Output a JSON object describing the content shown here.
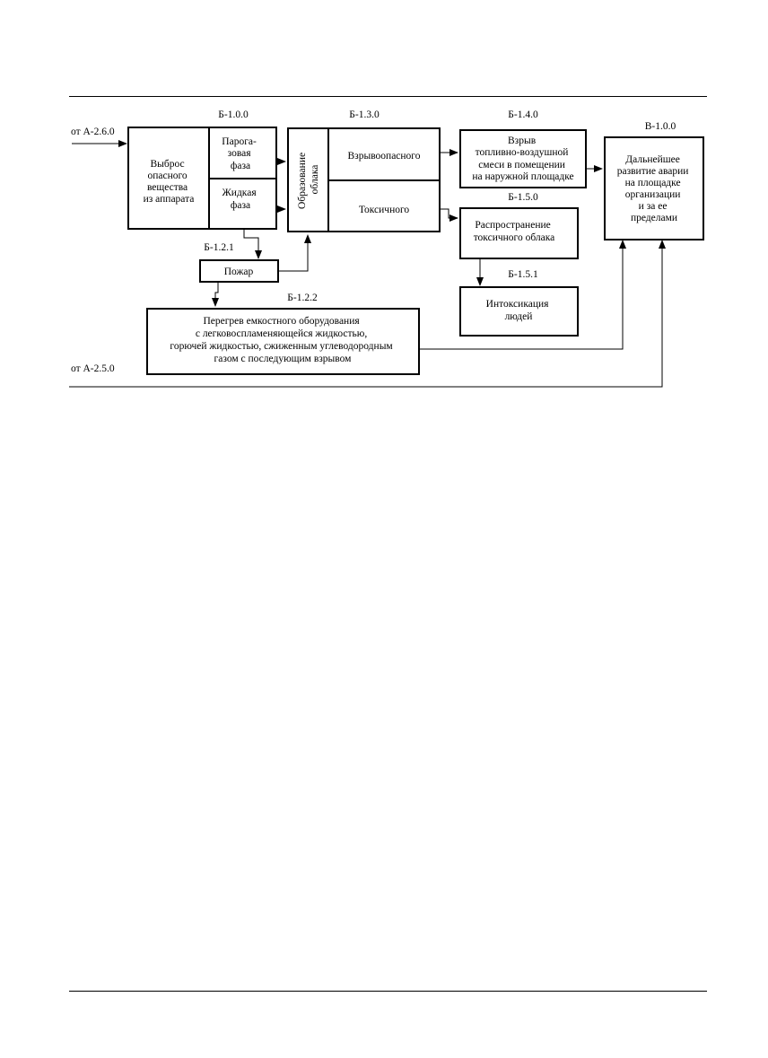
{
  "inputs": {
    "a260": "от А-2.6.0",
    "a250": "от А-2.5.0"
  },
  "codes": {
    "b100": "Б-1.0.0",
    "b130": "Б-1.3.0",
    "b140": "Б-1.4.0",
    "b150": "Б-1.5.0",
    "b151": "Б-1.5.1",
    "b121": "Б-1.2.1",
    "b122": "Б-1.2.2",
    "v100": "В-1.0.0"
  },
  "blocks": {
    "release": [
      "Выброс",
      "опасного",
      "вещества",
      "из аппарата"
    ],
    "vapor": [
      "Парога-",
      "зовая",
      "фаза"
    ],
    "liquid": [
      "Жидкая",
      "фаза"
    ],
    "cloud": [
      "Образование",
      "облака"
    ],
    "explosive": "Взрывоопасного",
    "toxic": "Токсичного",
    "explosion": [
      "Взрыв",
      "топливно-воздушной",
      "смеси в помещении",
      "на наружной площадке"
    ],
    "spread": [
      "Распространение",
      "токсичного облака"
    ],
    "intox": [
      "Интоксикация",
      "людей"
    ],
    "fire": "Пожар",
    "overheat": [
      "Перегрев емкостного оборудования",
      "с легковоспламеняющейся жидкостью,",
      "горючей жидкостью, сжиженным углеводородным",
      "газом с последующим взрывом"
    ],
    "development": [
      "Дальнейшее",
      "развитие аварии",
      "на площадке",
      "организации",
      "и за ее",
      "пределами"
    ]
  }
}
